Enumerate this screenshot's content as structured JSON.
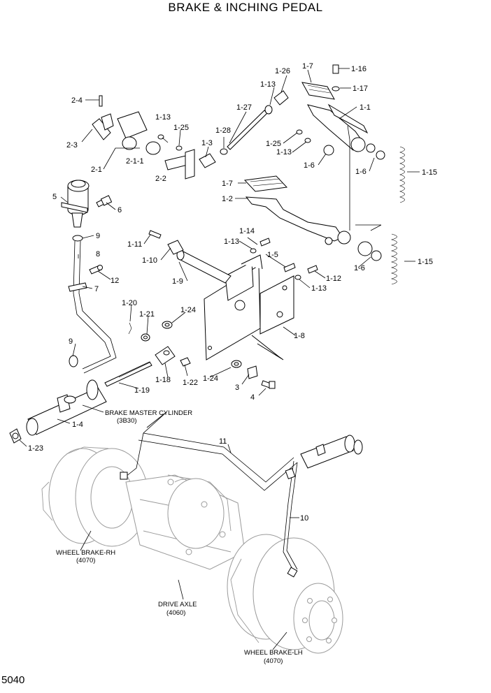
{
  "title": "BRAKE & INCHING PEDAL",
  "page_number": "5040",
  "callouts": {
    "c_2_4": "2-4",
    "c_2_3": "2-3",
    "c_2_1": "2-1",
    "c_2_1_1": "2-1-1",
    "c_2_2": "2-2",
    "c_1_13a": "1-13",
    "c_1_25a": "1-25",
    "c_1_3": "1-3",
    "c_1_28": "1-28",
    "c_1_27": "1-27",
    "c_1_13b": "1-13",
    "c_1_26": "1-26",
    "c_1_7a": "1-7",
    "c_1_16": "1-16",
    "c_1_17": "1-17",
    "c_1_1": "1-1",
    "c_1_25b": "1-25",
    "c_1_13c": "1-13",
    "c_1_6a": "1-6",
    "c_1_6b": "1-6",
    "c_1_15a": "1-15",
    "c_1_7b": "1-7",
    "c_1_2": "1-2",
    "c_5": "5",
    "c_6": "6",
    "c_1_14": "1-14",
    "c_1_13d": "1-13",
    "c_1_11": "1-11",
    "c_9a": "9",
    "c_1_5": "1-5",
    "c_1_10": "1-10",
    "c_8": "8",
    "c_12": "12",
    "c_1_9": "1-9",
    "c_1_12": "1-12",
    "c_1_13e": "1-13",
    "c_7": "7",
    "c_1_6c": "1-6",
    "c_1_15b": "1-15",
    "c_1_20": "1-20",
    "c_1_21": "1-21",
    "c_1_24a": "1-24",
    "c_1_8": "1-8",
    "c_9b": "9",
    "c_1_18": "1-18",
    "c_1_22": "1-22",
    "c_1_24b": "1-24",
    "c_3": "3",
    "c_1_19": "1-19",
    "c_4": "4",
    "c_1_4": "1-4",
    "c_1_23": "1-23",
    "c_11": "11",
    "c_10": "10"
  },
  "captions": {
    "brake_master_cylinder": "BRAKE MASTER CYLINDER",
    "brake_master_cylinder_ref": "(3B30)",
    "wheel_brake_rh": "WHEEL BRAKE-RH",
    "wheel_brake_rh_ref": "(4070)",
    "drive_axle": "DRIVE AXLE",
    "drive_axle_ref": "(4060)",
    "wheel_brake_lh": "WHEEL BRAKE-LH",
    "wheel_brake_lh_ref": "(4070)"
  }
}
